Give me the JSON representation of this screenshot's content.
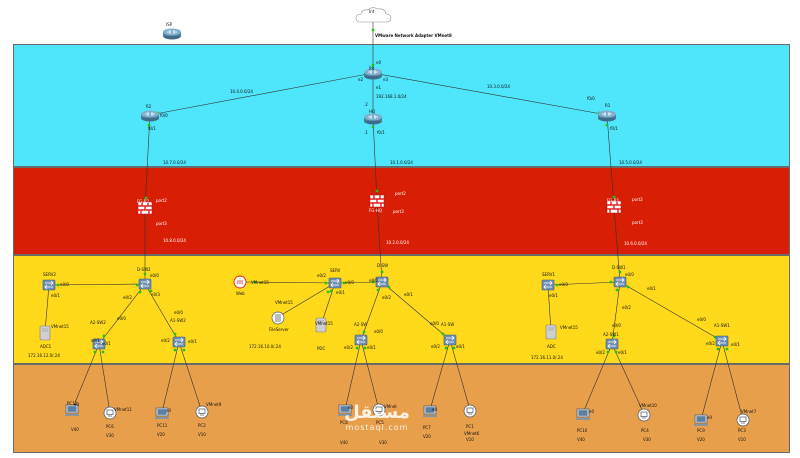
{
  "colors": {
    "zone_core": "#4fe6fb",
    "zone_firewall": "#d81e05",
    "zone_distribution": "#ffd91a",
    "zone_access": "#e79f4b",
    "link": "#333333",
    "link_up_dot": "#22c21a",
    "router": "#5f8ca8",
    "switch": "#5f7da0",
    "firewall_red": "#e02020",
    "server_body": "#bfbfbf"
  },
  "top": {
    "isp_label": "ISP",
    "internet_label": "Int",
    "vmware_adapter_label": "VMware Network Adapter VMnet8"
  },
  "routers": {
    "core": {
      "name": "R0",
      "port_up": "e0",
      "port_down_label": "e1",
      "port_left": "e2",
      "port_right": "e3"
    },
    "r2": {
      "name": "R2",
      "port_a": "f0/0",
      "port_b": "f0/1"
    },
    "hq": {
      "name": "HQ",
      "port_a": ".2",
      "port_b": ".1",
      "port_c": "f0/1"
    },
    "r1": {
      "name": "R1",
      "port_a": "f0/0",
      "port_b": "f0/1"
    }
  },
  "subnets": {
    "core_left": "10.4.0.0/24",
    "core_mid": "192.168.1.0/24",
    "core_right": "10.3.0.0/24",
    "r2_fw": "10.7.0.0/24",
    "hq_fw": "10.1.0.0/24",
    "r1_fw": "10.5.0.0/24",
    "fw_left_down": "10.8.0.0/24",
    "fw_mid_down": "10.2.0.0/24",
    "fw_right_down": "10.6.0.0/24"
  },
  "firewalls": {
    "left": {
      "name": "FG-R2",
      "port_top": "port2",
      "port_bottom": "port3"
    },
    "mid": {
      "name": "FG-HQ",
      "port_top": "port2",
      "port_bottom": "port3"
    },
    "right": {
      "name": "FG-R1",
      "port_top": "port2",
      "port_bottom": "port3"
    }
  },
  "left_site": {
    "serv_name": "SERV2",
    "serv_port_left": "e0/1",
    "serv_port_right": "e0/0",
    "dsw_name": "D-SW2",
    "dsw_port_top": "e0/0",
    "dsw_port_a": "e0/2",
    "dsw_port_b": "e0/3",
    "adc_name": "ADC1",
    "adc_vm": "VMnet15",
    "subnet": "172.16.12.0/.24",
    "a2_name": "A2-SW2",
    "a2_port_a": "e0/0",
    "a2_port_b": "e0/1",
    "a2_port_c": "e0/1",
    "a1_name": "A1-SW2",
    "a1_port_a": "e0/0",
    "a1_port_b": "e0/2",
    "a1_port_c": "e0/1"
  },
  "mid_site": {
    "web_name": "Web",
    "web_vm": "VMnet15",
    "serv_name": "SERV",
    "serv_port_a": "e0/2",
    "serv_port_b": "e0/0",
    "serv_port_c": "e0/1",
    "fs_name": "FileServer",
    "fs_vm": "VMnet15",
    "pdc_name": "PDC",
    "pdc_vm": "VMnet15",
    "subnet": "172.16.10.0/.24",
    "dsw_name": "D-SW",
    "dsw_port_a": "e0/0",
    "dsw_port_b": "e0/2",
    "dsw_port_c": "e0/1",
    "a2_name": "A2-SW",
    "a2_port_a": "e0/0",
    "a2_port_b": "e0/2",
    "a2_port_c": "e0/1",
    "a1_name": "A1-SW",
    "a1_port_a": "e0/0",
    "a1_port_b": "e0/2",
    "a1_port_c": "e0/1"
  },
  "right_site": {
    "serv_name": "SERV1",
    "serv_port_left": "e0/1",
    "serv_port_right": "e0/0",
    "dsw_name": "D-SW1",
    "dsw_port_top": "e0/0",
    "dsw_port_a": "e0/2",
    "dsw_port_b": "e0/1",
    "adc_name": "ADC",
    "adc_vm": "VMnet15",
    "subnet": "172.16.11.0/.24",
    "a2_name": "A2-SW1",
    "a2_port_a": "e0/0",
    "a2_port_b": "e0/2",
    "a2_port_c": "e0/1",
    "a1_name": "A1-SW1",
    "a1_port_a": "e0/0",
    "a1_port_b": "e0/2",
    "a1_port_c": "e0/1"
  },
  "pcs": [
    {
      "name": "PC12",
      "vlan": "V40",
      "port": "e0"
    },
    {
      "name": "PC6",
      "vlan": "V30",
      "port": "VMnet11"
    },
    {
      "name": "PC11",
      "vlan": "V20",
      "port": "e0"
    },
    {
      "name": "PC2",
      "vlan": "V10",
      "port": "VMnet9"
    },
    {
      "name": "PC8",
      "vlan": "V40",
      "port": "e0"
    },
    {
      "name": "PC5",
      "vlan": "V30",
      "port": "VMnet"
    },
    {
      "name": "PC7",
      "vlan": "V20",
      "port": "e0"
    },
    {
      "name": "PC1",
      "vlan": "V10",
      "port": "VMnet6"
    },
    {
      "name": "PC10",
      "vlan": "V40",
      "port": "e0"
    },
    {
      "name": "PC4",
      "vlan": "V30",
      "port": "VMnet10"
    },
    {
      "name": "PC9",
      "vlan": "V20",
      "port": "e0"
    },
    {
      "name": "PC3",
      "vlan": "V10",
      "port": "VMnet7"
    }
  ],
  "watermark": {
    "arabic": "مستقل",
    "latin": "mostaql.com"
  }
}
